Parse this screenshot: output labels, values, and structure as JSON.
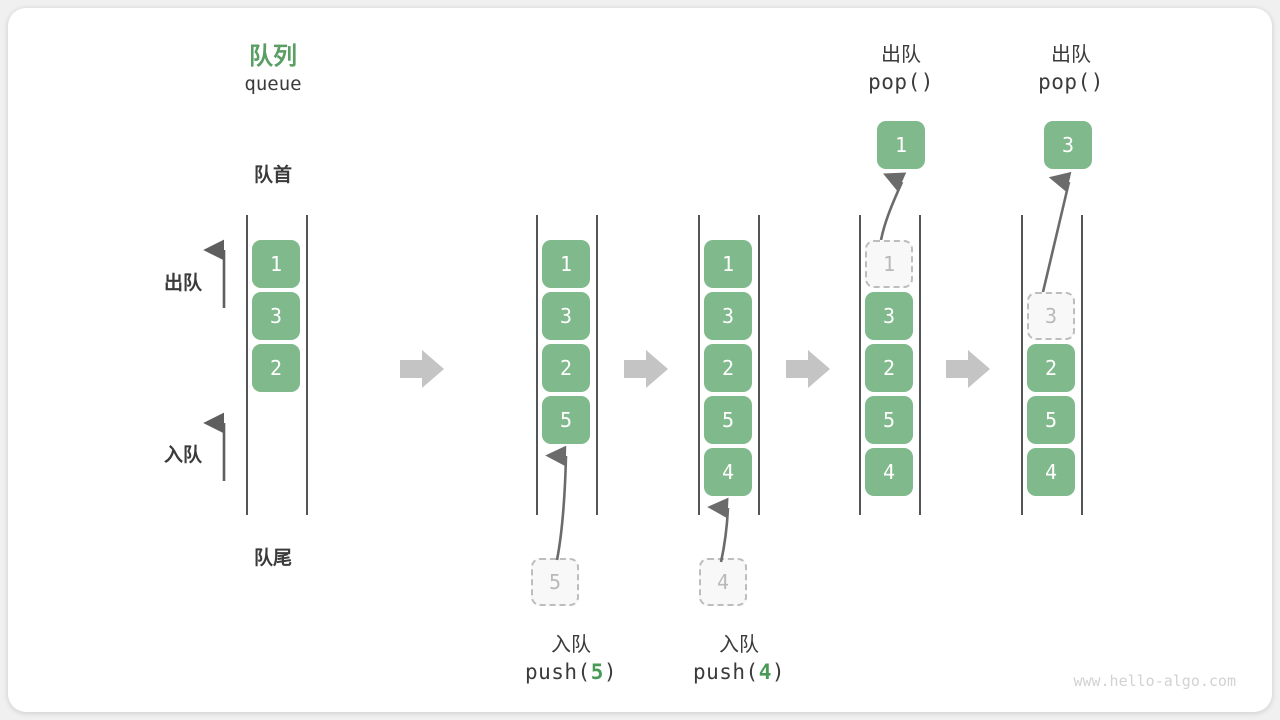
{
  "diagram": {
    "title_cn": "队列",
    "title_en": "queue",
    "head_label": "队首",
    "tail_label": "队尾",
    "dequeue_label": "出队",
    "enqueue_label": "入队",
    "accent_color": "#5a9e63",
    "box_color": "#80b98c",
    "ghost_color": "#f8f8f8",
    "arrow_color": "#6b6b6b",
    "step_arrow_color": "#c4c4c4"
  },
  "stages": [
    {
      "id": "initial",
      "items": [
        "1",
        "3",
        "2"
      ],
      "ghost_index": -1,
      "caption_cn": "",
      "caption_code": "",
      "external": null
    },
    {
      "id": "push-5",
      "items": [
        "1",
        "3",
        "2",
        "5"
      ],
      "ghost_index": -1,
      "caption_cn": "入队",
      "caption_code": "push(5)",
      "caption_code_prefix": "push(",
      "caption_code_value": "5",
      "caption_code_suffix": ")",
      "incoming_value": "5"
    },
    {
      "id": "push-4",
      "items": [
        "1",
        "3",
        "2",
        "5",
        "4"
      ],
      "ghost_index": -1,
      "caption_cn": "入队",
      "caption_code": "push(4)",
      "caption_code_prefix": "push(",
      "caption_code_value": "4",
      "caption_code_suffix": ")",
      "incoming_value": "4"
    },
    {
      "id": "pop-1",
      "items": [
        "1",
        "3",
        "2",
        "5",
        "4"
      ],
      "ghost_index": 0,
      "caption_cn": "出队",
      "caption_code": "pop()",
      "popped_value": "1"
    },
    {
      "id": "pop-3",
      "items": [
        "",
        "3",
        "2",
        "5",
        "4"
      ],
      "ghost_index": 1,
      "caption_cn": "出队",
      "caption_code": "pop()",
      "popped_value": "3"
    }
  ],
  "watermark": "www.hello-algo.com"
}
